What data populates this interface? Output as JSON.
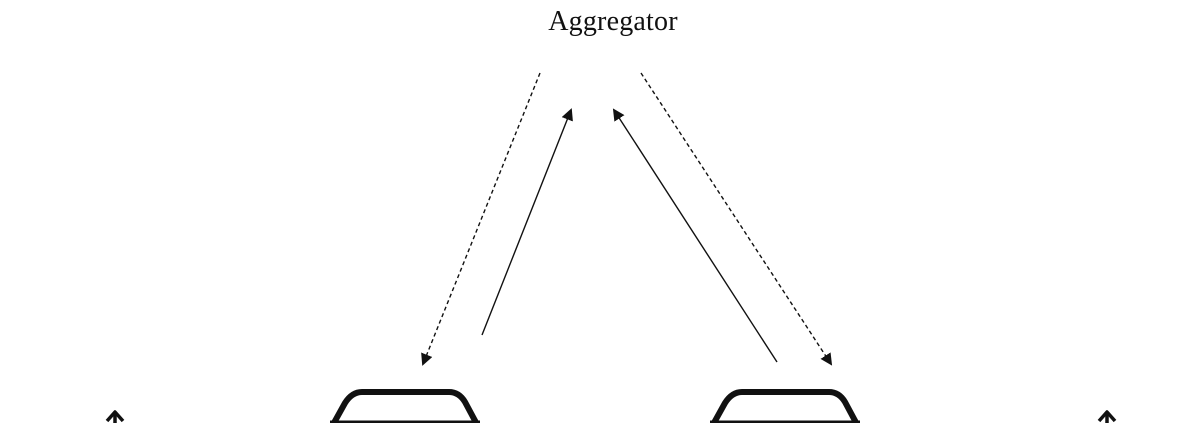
{
  "diagram": {
    "title": "Aggregator"
  },
  "colors": {
    "stroke": "#111111",
    "background": "#ffffff"
  },
  "edges": [
    {
      "name": "aggregator-to-left-car",
      "style": "dashed",
      "direction": "down"
    },
    {
      "name": "left-car-to-aggregator",
      "style": "solid",
      "direction": "up"
    },
    {
      "name": "right-car-to-aggregator",
      "style": "solid",
      "direction": "up"
    },
    {
      "name": "aggregator-to-right-car",
      "style": "dashed",
      "direction": "down"
    }
  ],
  "nodes": [
    {
      "name": "left-vehicle",
      "icon": "car-icon"
    },
    {
      "name": "right-vehicle",
      "icon": "car-icon"
    },
    {
      "name": "far-left-arrow",
      "icon": "up-arrow-icon"
    },
    {
      "name": "far-right-arrow",
      "icon": "up-arrow-icon"
    }
  ]
}
